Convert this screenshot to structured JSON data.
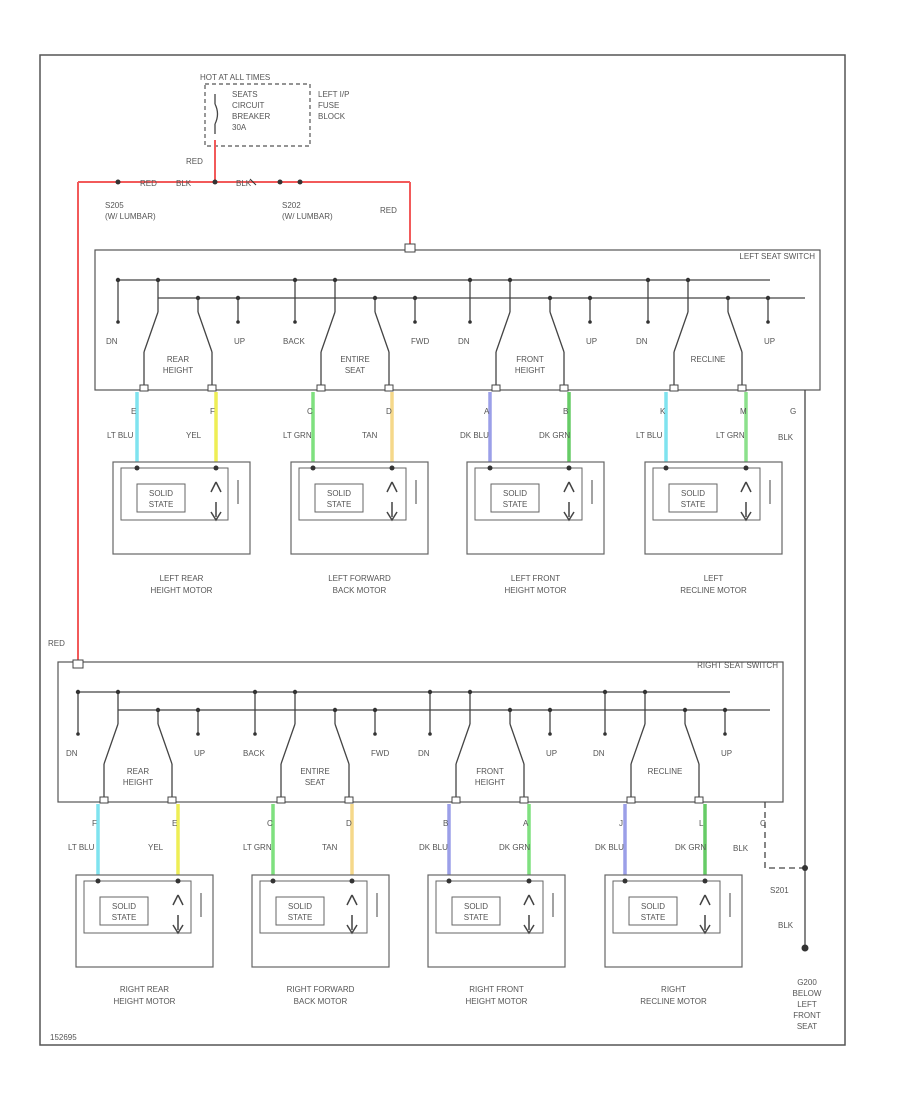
{
  "header": {
    "fuse_title": "HOT AT ALL TIMES",
    "breaker_lines": [
      "SEATS",
      "CIRCUIT",
      "BREAKER",
      "30A"
    ],
    "fusebox_lines": [
      "LEFT I/P",
      "FUSE",
      "BLOCK"
    ],
    "feed_wire": "RED",
    "splices": [
      {
        "id": "S205",
        "note": "(W/ LUMBAR)"
      },
      {
        "id": "S202",
        "note": "(W/ LUMBAR)"
      }
    ],
    "bus_tags": [
      "RED",
      "BLK",
      "BLK",
      "RED"
    ],
    "left_drop": "RED",
    "right_feed": "RED",
    "ground_splice": "S201",
    "ground_wire": "BLK",
    "ground_location": [
      "G200",
      "BELOW",
      "LEFT",
      "FRONT",
      "SEAT"
    ],
    "figure_id": "152695"
  },
  "left_switch": {
    "title": "LEFT SEAT SWITCH",
    "groups": [
      {
        "term1": "DN",
        "term2": "UP",
        "name": [
          "REAR",
          "HEIGHT"
        ],
        "wires": [
          {
            "pin": "E",
            "color": "LT BLU",
            "hex": "#7fe3ef"
          },
          {
            "pin": "F",
            "color": "YEL",
            "hex": "#eeee55"
          }
        ],
        "motor": [
          "LEFT REAR",
          "HEIGHT MOTOR"
        ]
      },
      {
        "term1": "BACK",
        "term2": "FWD",
        "name": [
          "ENTIRE",
          "SEAT"
        ],
        "wires": [
          {
            "pin": "C",
            "color": "LT GRN",
            "hex": "#7fe07f"
          },
          {
            "pin": "D",
            "color": "TAN",
            "hex": "#f5d88a"
          }
        ],
        "motor": [
          "LEFT FORWARD",
          "BACK MOTOR"
        ]
      },
      {
        "term1": "DN",
        "term2": "UP",
        "name": [
          "FRONT",
          "HEIGHT"
        ],
        "wires": [
          {
            "pin": "A",
            "color": "DK BLU",
            "hex": "#9b9fe8"
          },
          {
            "pin": "B",
            "color": "DK GRN",
            "hex": "#66cc66"
          }
        ],
        "motor": [
          "LEFT FRONT",
          "HEIGHT MOTOR"
        ]
      },
      {
        "term1": "DN",
        "term2": "UP",
        "name": [
          "RECLINE"
        ],
        "wires": [
          {
            "pin": "K",
            "color": "LT BLU",
            "hex": "#7fe3ef"
          },
          {
            "pin": "M",
            "color": "LT GRN",
            "hex": "#8be08b"
          }
        ],
        "motor": [
          "LEFT",
          "RECLINE MOTOR"
        ]
      }
    ],
    "ground": {
      "pin": "G",
      "color": "BLK"
    }
  },
  "right_switch": {
    "title": "RIGHT SEAT SWITCH",
    "groups": [
      {
        "term1": "DN",
        "term2": "UP",
        "name": [
          "REAR",
          "HEIGHT"
        ],
        "wires": [
          {
            "pin": "F",
            "color": "LT BLU",
            "hex": "#7fe3ef"
          },
          {
            "pin": "E",
            "color": "YEL",
            "hex": "#eeee55"
          }
        ],
        "motor": [
          "RIGHT REAR",
          "HEIGHT MOTOR"
        ]
      },
      {
        "term1": "BACK",
        "term2": "FWD",
        "name": [
          "ENTIRE",
          "SEAT"
        ],
        "wires": [
          {
            "pin": "C",
            "color": "LT GRN",
            "hex": "#7fe07f"
          },
          {
            "pin": "D",
            "color": "TAN",
            "hex": "#f5d88a"
          }
        ],
        "motor": [
          "RIGHT FORWARD",
          "BACK MOTOR"
        ]
      },
      {
        "term1": "DN",
        "term2": "UP",
        "name": [
          "FRONT",
          "HEIGHT"
        ],
        "wires": [
          {
            "pin": "B",
            "color": "DK BLU",
            "hex": "#9b9fe8"
          },
          {
            "pin": "A",
            "color": "DK GRN",
            "hex": "#7fe07f"
          }
        ],
        "motor": [
          "RIGHT FRONT",
          "HEIGHT MOTOR"
        ]
      },
      {
        "term1": "DN",
        "term2": "UP",
        "name": [
          "RECLINE"
        ],
        "wires": [
          {
            "pin": "J",
            "color": "DK BLU",
            "hex": "#9b9fe8"
          },
          {
            "pin": "L",
            "color": "DK GRN",
            "hex": "#66cc66"
          }
        ],
        "motor": [
          "RIGHT",
          "RECLINE MOTOR"
        ]
      }
    ],
    "ground": {
      "pin": "C",
      "color": "BLK"
    }
  },
  "motor_internal": [
    "SOLID",
    "STATE"
  ],
  "colors": {
    "feed": "#f25a5a",
    "line": "#444444"
  }
}
